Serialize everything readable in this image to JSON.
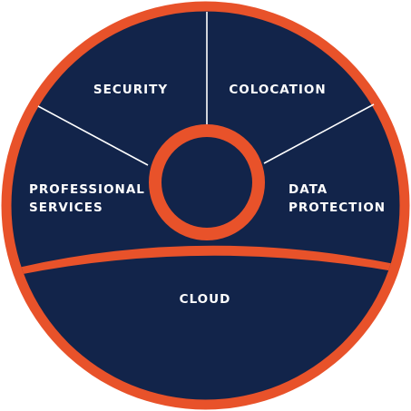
{
  "colors": {
    "ring": "#e8522a",
    "fill": "#12244a",
    "divider": "#ffffff",
    "text": "#ffffff",
    "background": "#ffffff"
  },
  "segments": {
    "security": {
      "lines": [
        "SECURITY"
      ]
    },
    "colocation": {
      "lines": [
        "COLOCATION"
      ]
    },
    "professional_services": {
      "lines": [
        "PROFESSIONAL",
        "SERVICES"
      ]
    },
    "data_protection": {
      "lines": [
        "DATA",
        "PROTECTION"
      ]
    },
    "cloud": {
      "lines": [
        "CLOUD"
      ]
    }
  }
}
